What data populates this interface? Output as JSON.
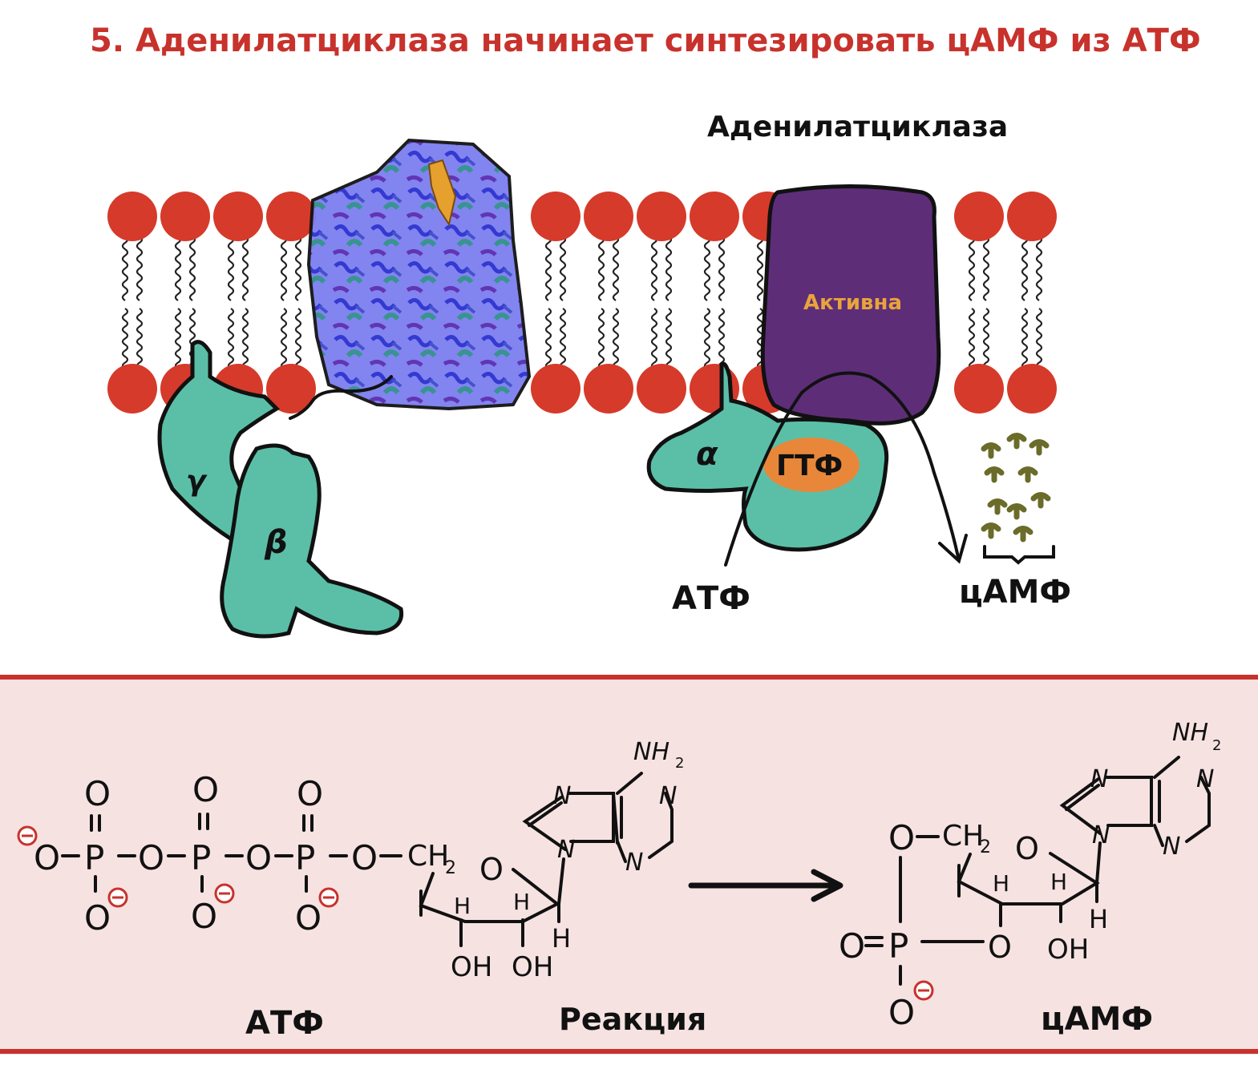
{
  "title": "5. Аденилатциклаза начинает синтезировать цАМФ из АТФ",
  "colors": {
    "title": "#c8322c",
    "lipid_head": "#d63a2a",
    "receptor": "#7c7ef0",
    "g_protein": "#5bbfa8",
    "adenylate_cyclase": "#5e2d78",
    "gtp": "#e8873a",
    "camp_particles": "#6b6b2a",
    "bottom_panel": "#f7e2e2",
    "panel_border": "#c8322c"
  },
  "membrane": {
    "enzyme_label": "Аденилатциклаза",
    "enzyme_state": "Активна",
    "subunit_gamma": "γ",
    "subunit_beta": "β",
    "subunit_alpha": "α",
    "gtp_label": "ГТФ",
    "substrate_label": "АТФ",
    "product_label": "цАМФ"
  },
  "reaction": {
    "atp_name": "АТФ",
    "reaction_label": "Реакция",
    "camp_name": "цАМФ",
    "atoms": {
      "O": "O",
      "P": "P",
      "CH2": "CH",
      "sub2": "2",
      "N": "N",
      "NH2": "NH",
      "H": "H",
      "OH": "OH",
      "minus": "−",
      "dash": "–",
      "double": "="
    }
  }
}
